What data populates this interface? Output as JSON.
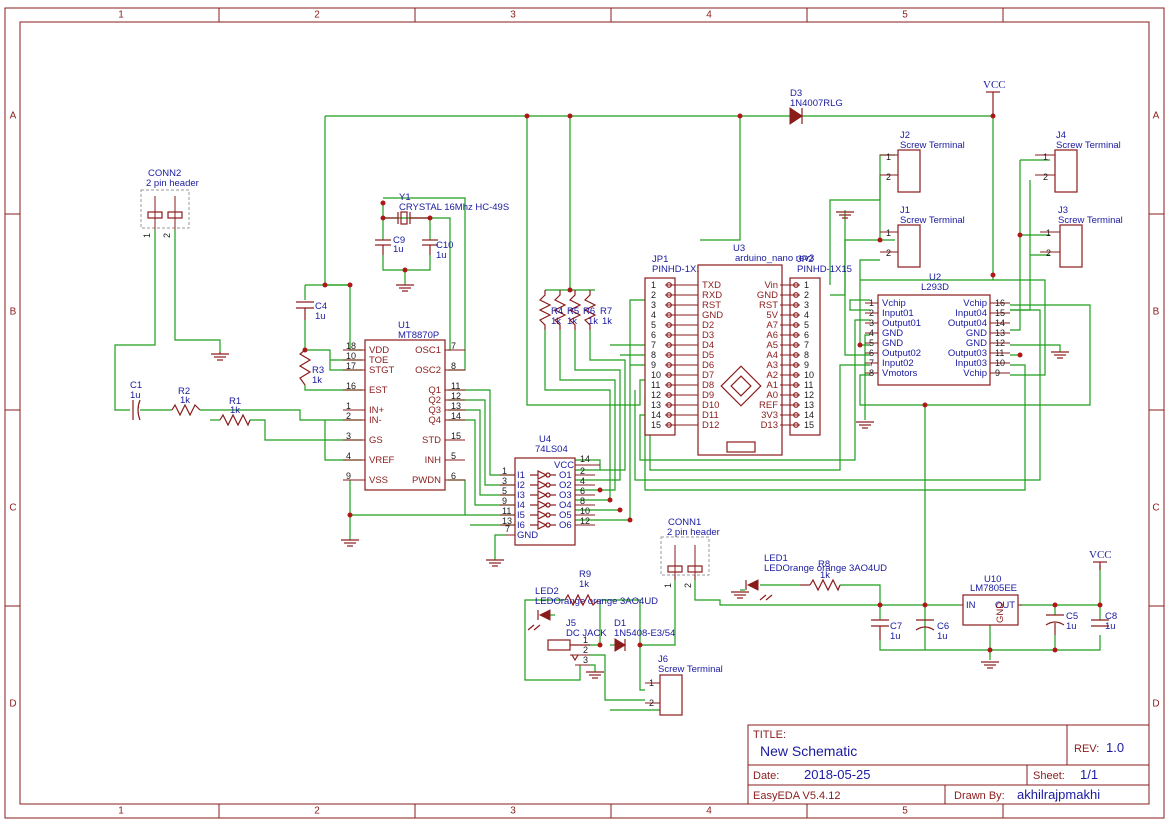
{
  "grid": {
    "columns": [
      "1",
      "2",
      "3",
      "4",
      "5"
    ],
    "rows": [
      "A",
      "B",
      "C",
      "D"
    ]
  },
  "colors": {
    "frame": "#8b1c1c",
    "wire": "#1e9e1e",
    "designator": "#1a1aa0",
    "junction": "#b01818"
  },
  "power": {
    "vcc_top": "VCC",
    "vcc_bottom": "VCC"
  },
  "components": {
    "conn2": {
      "ref": "CONN2",
      "value": "2 pin header",
      "pins": [
        "1",
        "2"
      ]
    },
    "conn1": {
      "ref": "CONN1",
      "value": "2 pin header",
      "pins": [
        "1",
        "2"
      ]
    },
    "y1": {
      "ref": "Y1",
      "value": "CRYSTAL 16Mhz HC-49S"
    },
    "c9": {
      "ref": "C9",
      "value": "1u"
    },
    "c10": {
      "ref": "C10",
      "value": "1u"
    },
    "c4": {
      "ref": "C4",
      "value": "1u"
    },
    "c1": {
      "ref": "C1",
      "value": "1u"
    },
    "c7": {
      "ref": "C7",
      "value": "1u"
    },
    "c6": {
      "ref": "C6",
      "value": "1u"
    },
    "c5": {
      "ref": "C5",
      "value": "1u"
    },
    "c8": {
      "ref": "C8",
      "value": "1u"
    },
    "r1": {
      "ref": "R1",
      "value": "1k"
    },
    "r2": {
      "ref": "R2",
      "value": "1k"
    },
    "r3": {
      "ref": "R3",
      "value": "1k"
    },
    "r4": {
      "ref": "R4",
      "value": "1k"
    },
    "r5": {
      "ref": "R5",
      "value": "1k"
    },
    "r6": {
      "ref": "R6",
      "value": "1k"
    },
    "r7": {
      "ref": "R7",
      "value": "1k"
    },
    "r8": {
      "ref": "R8",
      "value": "1k"
    },
    "r9": {
      "ref": "R9",
      "value": "1k"
    },
    "d3": {
      "ref": "D3",
      "value": "1N4007RLG"
    },
    "d1": {
      "ref": "D1",
      "value": "1N5408-E3/54"
    },
    "led1": {
      "ref": "LED1",
      "value": "LEDOrange orange 3AO4UD"
    },
    "led2": {
      "ref": "LED2",
      "value": "LEDOrange orange 3AO4UD"
    },
    "j1": {
      "ref": "J1",
      "value": "Screw Terminal"
    },
    "j2": {
      "ref": "J2",
      "value": "Screw Terminal"
    },
    "j3": {
      "ref": "J3",
      "value": "Screw Terminal"
    },
    "j4": {
      "ref": "J4",
      "value": "Screw Terminal"
    },
    "j5": {
      "ref": "J5",
      "value": "DC JACK"
    },
    "j6": {
      "ref": "J6",
      "value": "Screw Terminal"
    },
    "jp1": {
      "ref": "JP1",
      "value": "PINHD-1X15"
    },
    "jp2": {
      "ref": "JP2",
      "value": "PINHD-1X15"
    },
    "u1": {
      "ref": "U1",
      "value": "MT8870P",
      "left_pins": [
        {
          "num": "18",
          "name": "VDD"
        },
        {
          "num": "10",
          "name": "TOE"
        },
        {
          "num": "17",
          "name": "STGT"
        },
        {
          "num": "16",
          "name": "EST"
        },
        {
          "num": "1",
          "name": "IN+"
        },
        {
          "num": "2",
          "name": "IN-"
        },
        {
          "num": "3",
          "name": "GS"
        },
        {
          "num": "4",
          "name": "VREF"
        },
        {
          "num": "9",
          "name": "VSS"
        }
      ],
      "right_pins": [
        {
          "num": "7",
          "name": "OSC1"
        },
        {
          "num": "8",
          "name": "OSC2"
        },
        {
          "num": "11",
          "name": "Q1"
        },
        {
          "num": "12",
          "name": "Q2"
        },
        {
          "num": "13",
          "name": "Q3"
        },
        {
          "num": "14",
          "name": "Q4"
        },
        {
          "num": "15",
          "name": "STD"
        },
        {
          "num": "5",
          "name": "INH"
        },
        {
          "num": "6",
          "name": "PWDN"
        }
      ]
    },
    "u4": {
      "ref": "U4",
      "value": "74LS04",
      "inputs": [
        {
          "num": "1",
          "name": "I1"
        },
        {
          "num": "3",
          "name": "I2"
        },
        {
          "num": "5",
          "name": "I3"
        },
        {
          "num": "9",
          "name": "I4"
        },
        {
          "num": "11",
          "name": "I5"
        },
        {
          "num": "13",
          "name": "I6"
        }
      ],
      "outputs": [
        {
          "num": "2",
          "name": "O1"
        },
        {
          "num": "4",
          "name": "O2"
        },
        {
          "num": "6",
          "name": "O3"
        },
        {
          "num": "8",
          "name": "O4"
        },
        {
          "num": "10",
          "name": "O5"
        },
        {
          "num": "12",
          "name": "O6"
        }
      ],
      "vcc": {
        "num": "14",
        "name": "VCC"
      },
      "gnd": {
        "num": "7",
        "name": "GND"
      }
    },
    "u3": {
      "ref": "U3",
      "value": "arduino_nano rev3",
      "left_pins": [
        "TXD",
        "RXD",
        "RST",
        "GND",
        "D2",
        "D3",
        "D4",
        "D5",
        "D6",
        "D7",
        "D8",
        "D9",
        "D10",
        "D11",
        "D12"
      ],
      "right_pins": [
        "Vin",
        "GND",
        "RST",
        "5V",
        "A7",
        "A6",
        "A5",
        "A4",
        "A3",
        "A2",
        "A1",
        "A0",
        "REF",
        "3V3",
        "D13"
      ]
    },
    "u2": {
      "ref": "U2",
      "value": "L293D",
      "left_pins": [
        {
          "num": "1",
          "name": "Vchip"
        },
        {
          "num": "2",
          "name": "Input01"
        },
        {
          "num": "3",
          "name": "Output01"
        },
        {
          "num": "4",
          "name": "GND"
        },
        {
          "num": "5",
          "name": "GND"
        },
        {
          "num": "6",
          "name": "Output02"
        },
        {
          "num": "7",
          "name": "Input02"
        },
        {
          "num": "8",
          "name": "Vmotors"
        }
      ],
      "right_pins": [
        {
          "num": "16",
          "name": "Vchip"
        },
        {
          "num": "15",
          "name": "Input04"
        },
        {
          "num": "14",
          "name": "Output04"
        },
        {
          "num": "13",
          "name": "GND"
        },
        {
          "num": "12",
          "name": "GND"
        },
        {
          "num": "11",
          "name": "Output03"
        },
        {
          "num": "10",
          "name": "Input03"
        },
        {
          "num": "9",
          "name": "Vchip"
        }
      ]
    },
    "u10": {
      "ref": "U10",
      "value": "LM7805EE",
      "in": "IN",
      "out": "OUT",
      "gnd": "GND"
    }
  },
  "pin_numbers_1_15": [
    "1",
    "2",
    "3",
    "4",
    "5",
    "6",
    "7",
    "8",
    "9",
    "10",
    "11",
    "12",
    "13",
    "14",
    "15"
  ],
  "title_block": {
    "title_label": "TITLE:",
    "title": "New Schematic",
    "rev_label": "REV:",
    "rev": "1.0",
    "date_label": "Date:",
    "date": "2018-05-25",
    "sheet_label": "Sheet:",
    "sheet": "1/1",
    "tool": "EasyEDA V5.4.12",
    "drawn_label": "Drawn By:",
    "drawn_by": "akhilrajpmakhi"
  }
}
